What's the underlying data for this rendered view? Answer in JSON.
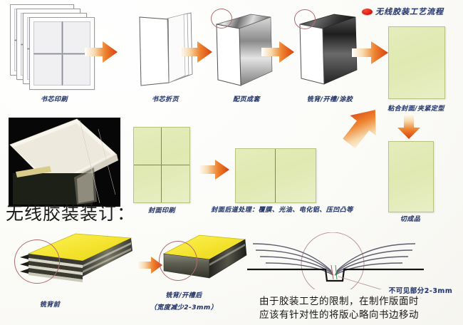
{
  "title": {
    "text": "无线胶装工艺流程",
    "bullet_color": "#d81a10",
    "text_color": "#2c3d70"
  },
  "section_heading": "无线胶装装订：",
  "colors": {
    "caption": "#283a6b",
    "arrow_start": "#fbe7d2",
    "arrow_end": "#d8400e",
    "green_cover": "#e2ecb4",
    "yellow_block": "#f5e431",
    "background": "#fdfdfb",
    "circle_marker": "#b06a70"
  },
  "row1": {
    "steps": [
      {
        "label": "书芯印刷",
        "icon": "stack-of-printed-sheets"
      },
      {
        "label": "书芯折页",
        "icon": "folded-signature-book"
      },
      {
        "label": "配页成套",
        "icon": "gathered-book-block"
      },
      {
        "label": "铣背/开槽/涂胶",
        "icon": "milled-spine-book-block"
      },
      {
        "label": "粘合封面/夹紧定型",
        "icon": "green-cover-book"
      }
    ]
  },
  "row2": {
    "photo_caption": "",
    "steps": [
      {
        "label": "封面印刷",
        "icon": "green-cover-sheet-4up"
      },
      {
        "label": "封面后道处理：覆膜、光油、电化铝、压凹凸等",
        "icon": "green-cover-spread"
      },
      {
        "label": "切成品",
        "icon": "finished-trimmed-book"
      }
    ]
  },
  "row3": {
    "steps": [
      {
        "label": "铣背前",
        "sub": "",
        "icon": "book-block-before-milling"
      },
      {
        "label": "铣背/开槽后",
        "sub": "（宽度减少2-3mm）",
        "icon": "book-block-after-milling"
      }
    ],
    "diagram": {
      "callout": "不可见部分2-3mm",
      "note_line1": "由于胶装工艺的限制，在制作版面时",
      "note_line2": "应该有针对性的将版心略向书边移动"
    }
  }
}
